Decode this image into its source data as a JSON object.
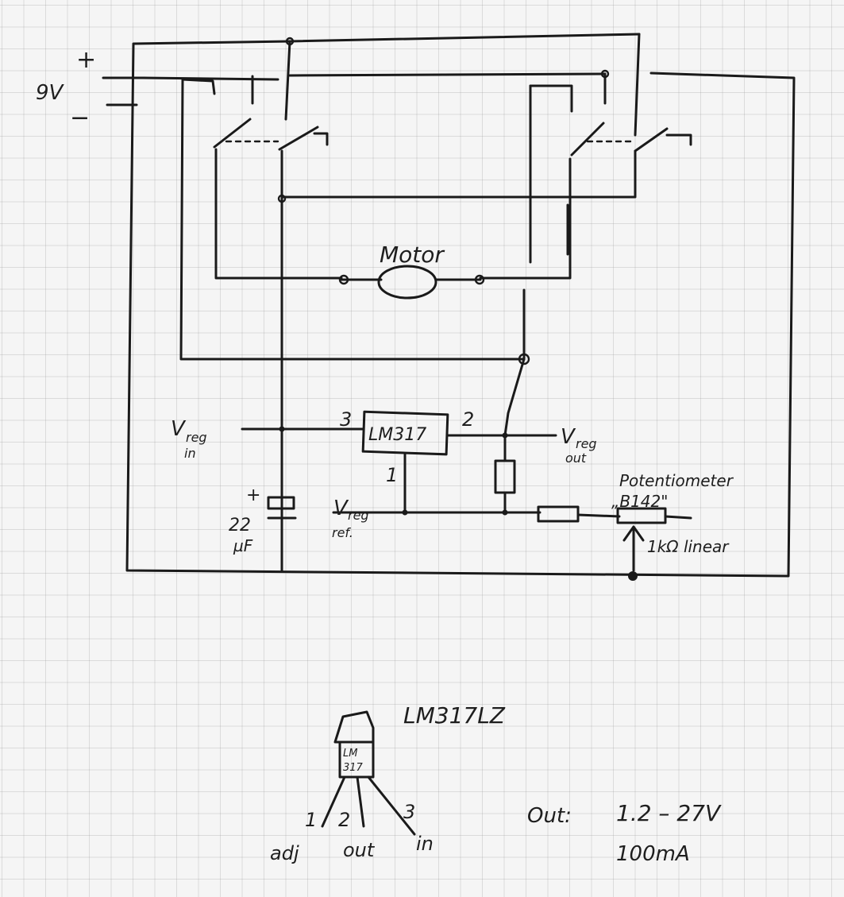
{
  "labels": {
    "battery": "9V",
    "battery_plus": "+",
    "battery_minus": "−",
    "motor": "Motor",
    "vreg_in": "V",
    "vreg_in_sub": "reg",
    "vreg_in_sub2": "in",
    "vreg_out": "V",
    "vreg_out_sub": "reg",
    "vreg_out_sub2": "out",
    "vreg_ref": "V",
    "vreg_ref_sub": "reg",
    "vreg_ref_sub2": "ref.",
    "regulator": "LM317",
    "pin3": "3",
    "pin2": "2",
    "pin1": "1",
    "cap_plus": "+",
    "cap_value": "22",
    "cap_unit": "µF",
    "pot_title": "Potentiometer",
    "pot_model": "„B142\"",
    "pot_spec": "1kΩ linear"
  },
  "package": {
    "title": "LM317LZ",
    "body_line1": "LM",
    "body_line2": "317",
    "pins": [
      {
        "number": "1",
        "name": "adj"
      },
      {
        "number": "2",
        "name": "out"
      },
      {
        "number": "3",
        "name": "in"
      }
    ]
  },
  "specs": {
    "out_label": "Out:",
    "voltage_range": "1.2 – 27V",
    "current": "100mA"
  },
  "colors": {
    "ink": "#1a1a1a",
    "paper": "#f5f5f5",
    "grid": "#969696"
  }
}
